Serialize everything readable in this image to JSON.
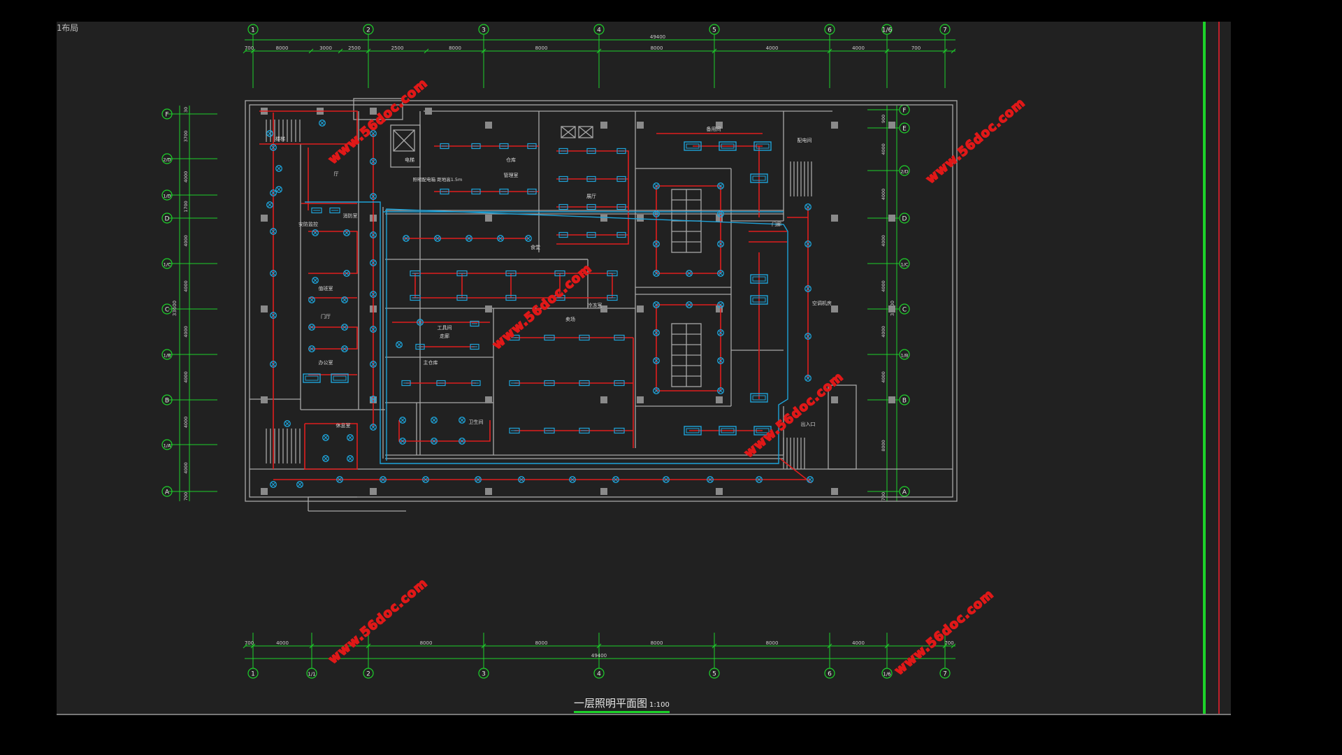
{
  "sheet": {
    "label": "1布局"
  },
  "title": {
    "main": "一层照明平面图",
    "scale": "1:100"
  },
  "watermark": "www.56doc.com",
  "axes": {
    "top_numbers": [
      "1",
      "2",
      "3",
      "4",
      "5",
      "6",
      "1/6",
      "7"
    ],
    "bottom_numbers": [
      "1",
      "1/1",
      "2",
      "3",
      "4",
      "5",
      "6",
      "1/6",
      "7"
    ],
    "left_letters": [
      "F",
      "2/D",
      "1/D",
      "D",
      "1/C",
      "C",
      "1/B",
      "B",
      "1/A",
      "A"
    ],
    "right_letters": [
      "F",
      "E",
      "2/D",
      "D",
      "1/C",
      "C",
      "1/B",
      "B",
      "A"
    ]
  },
  "dims": {
    "top_total": "49400",
    "top_segments": [
      "700",
      "8000",
      "3000",
      "2500",
      "2500",
      "8000",
      "8000",
      "8000",
      "4000",
      "4000",
      "700"
    ],
    "bottom_total": "49400",
    "bottom_segments": [
      "700",
      "4000",
      "8000",
      "8000",
      "8000",
      "8000",
      "4000",
      "700"
    ],
    "left_total": "33600",
    "left_segments": [
      "30",
      "3700",
      "4000",
      "1700",
      "4000",
      "4000",
      "4000",
      "4000",
      "4000",
      "4000",
      "700"
    ],
    "right_total": "33600",
    "right_segments": [
      "900",
      "4000",
      "4000",
      "4000",
      "4000",
      "4000",
      "4000",
      "8000",
      "700"
    ]
  },
  "rooms": {
    "r1": "楼梯",
    "r2": "厅",
    "r3": "消防室",
    "r4": "安防监控",
    "r5": "值班室",
    "r6": "门厅",
    "r7": "办公室",
    "r8": "休息室",
    "r9": "电梯",
    "r10": "仓库",
    "r11": "管理室",
    "r12": "食堂",
    "r13": "工具间",
    "r14": "走廊",
    "r15": "卖场",
    "r16": "主仓库",
    "r17": "卫生间",
    "r18": "冷冻室",
    "r19": "展厅",
    "r20": "备用间",
    "r21": "配电间",
    "r22": "空调机房",
    "r23": "门廊",
    "r24": "出入口",
    "r25": "照明配电箱 距地高1.5m"
  },
  "colors": {
    "grid": "#1dd12a",
    "wall": "#a8a8a8",
    "circuit": "#e01e1e",
    "fixture": "#1ea3d9",
    "background": "#212121"
  }
}
